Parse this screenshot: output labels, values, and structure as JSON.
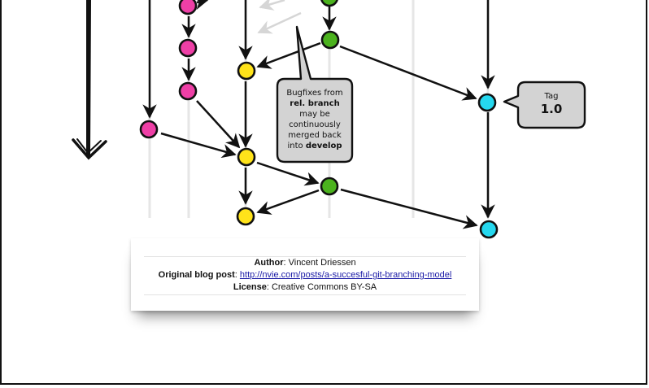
{
  "bugfix_callout": {
    "line1": "Bugfixes from",
    "line2": "rel. branch",
    "line3": "may be",
    "line4": "continuously",
    "line5": "merged back",
    "line6_prefix": "into ",
    "line6_bold": "develop"
  },
  "tag_callout": {
    "label": "Tag",
    "version": "1.0"
  },
  "credits": {
    "author_label": "Author",
    "author_value": "Vincent Driessen",
    "blog_label": "Original blog post",
    "blog_url": "http://nvie.com/posts/a-succesful-git-branching-model",
    "license_label": "License",
    "license_value": "Creative Commons BY-SA"
  },
  "colors": {
    "feature": "#ee3fa6",
    "develop": "#ffe31a",
    "release": "#4bb21e",
    "master": "#25d8ef",
    "stroke": "#111111"
  }
}
